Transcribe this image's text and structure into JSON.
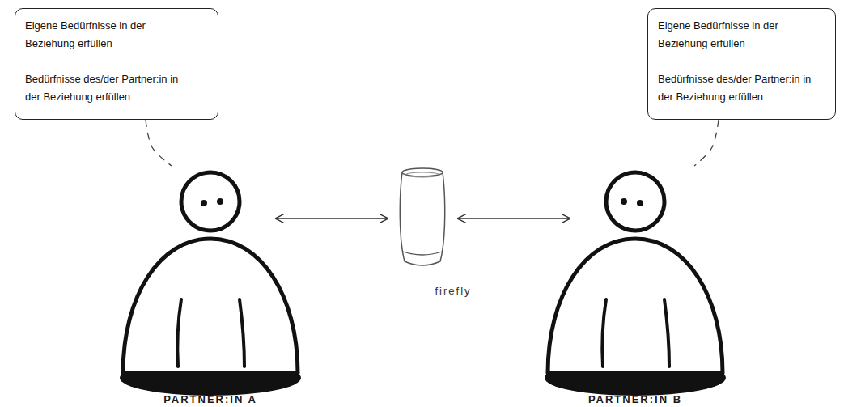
{
  "diagram": {
    "nodes": [
      {
        "text": [
          "Eigene Bedürfnisse in der Beziehung erfüllen",
          "Bedürfnisse des/der Partner:in in der Beziehung erfüllen"
        ]
      },
      {
        "text": [
          "Eigene Bedürfnisse in der Beziehung erfüllen",
          "Bedürfnisse des/der Partner:in in der Beziehung erfüllen"
        ]
      },
      {
        "text": [
          "PARTNER:IN A"
        ]
      },
      {
        "text": [
          "firefly"
        ]
      },
      {
        "text": [
          "PARTNER:IN B"
        ]
      }
    ],
    "edges": [
      {
        "from": 0,
        "to": 2,
        "arrow": "none"
      },
      {
        "from": 1,
        "to": 4,
        "arrow": "none"
      },
      {
        "from": 2,
        "to": 3,
        "arrow": "both"
      },
      {
        "from": 3,
        "to": 4,
        "arrow": "both"
      }
    ]
  }
}
